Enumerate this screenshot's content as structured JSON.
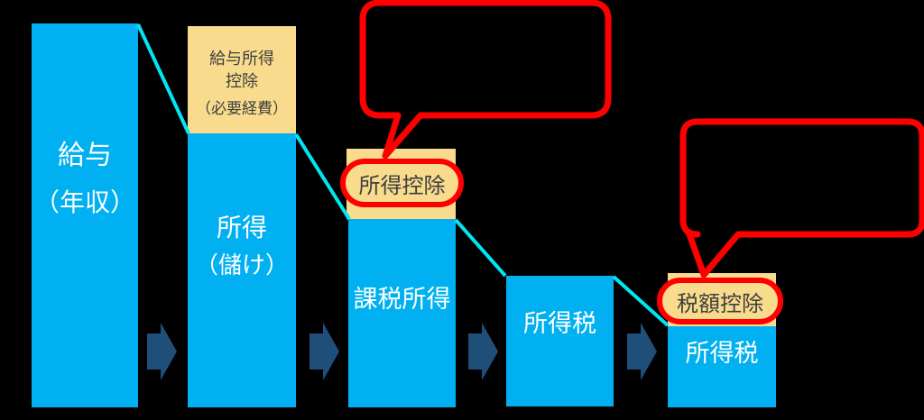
{
  "bars": [
    {
      "name": "salary",
      "label_line1": "給与",
      "label_line2": "（年収）"
    },
    {
      "name": "income",
      "deduction_line1": "給与所得",
      "deduction_line2": "控除",
      "deduction_line3": "（必要経費）",
      "label_line1": "所得",
      "label_line2": "（儲け）"
    },
    {
      "name": "taxable-income",
      "deduction_label": "所得控除",
      "label": "課税所得"
    },
    {
      "name": "income-tax",
      "label": "所得税"
    },
    {
      "name": "final-income-tax",
      "deduction_label": "税額控除",
      "label": "所得税"
    }
  ],
  "callouts": [
    {
      "name": "income-deduction-callout",
      "text": ""
    },
    {
      "name": "tax-credit-callout",
      "text": ""
    }
  ],
  "colors": {
    "bar_cyan": "#00B0F0",
    "deduction_tan": "#F8DB8D",
    "arrow_navy": "#1F4E79",
    "callout_red": "#FF0000",
    "connector_aqua": "#00E6F2",
    "label_white": "#FFFFFF",
    "label_dark": "#3F3F3F",
    "background": "#000000"
  }
}
